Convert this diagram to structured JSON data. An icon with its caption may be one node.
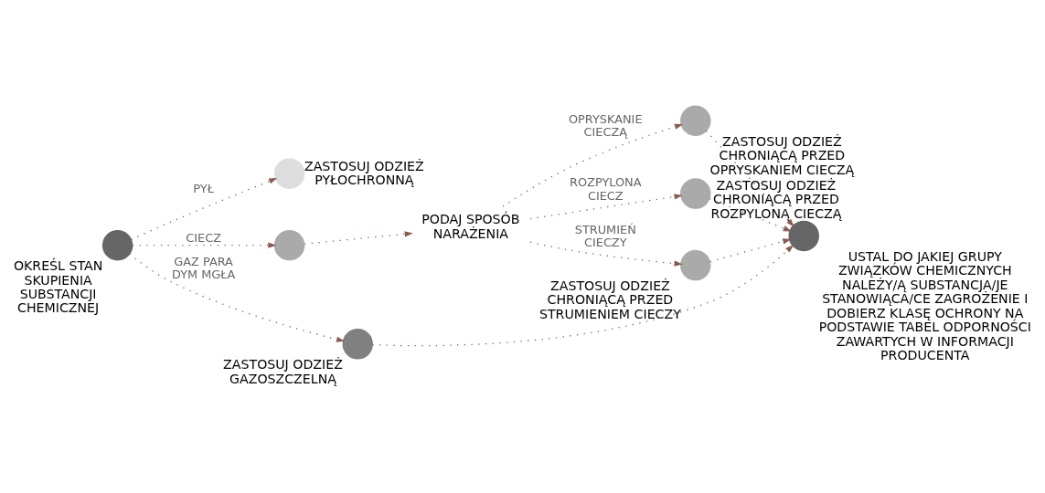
{
  "diagram": {
    "nodes": [
      {
        "text": [],
        "shape": "circle",
        "beside": [
          "OKREŚL STAN SKUPIENIA SUBSTANCJI CHEMICZNEJ"
        ]
      },
      {
        "text": [],
        "shape": "circle",
        "beside": [
          "ZASTOSUJ ODZIEŻ PYŁOCHRONNĄ"
        ]
      },
      {
        "text": [],
        "shape": "circle"
      },
      {
        "text": [
          "PODAJ SPOSÓB NARAŻENIA"
        ]
      },
      {
        "text": [],
        "shape": "circle",
        "beside": [
          "ZASTOSUJ ODZIEŻ CHRONIĄCĄ PRZED OPRYSKANIEM CIECZĄ"
        ]
      },
      {
        "text": [],
        "shape": "circle",
        "beside": [
          "ZASTOSUJ ODZIEŻ CHRONIĄCĄ PRZED ROZPYLONĄ CIECZĄ"
        ]
      },
      {
        "text": [],
        "shape": "circle",
        "beside": [
          "ZASTOSUJ ODZIEŻ CHRONIĄCĄ PRZED STRUMIENIEM CIECZY"
        ]
      },
      {
        "text": [],
        "shape": "circle",
        "beside": [
          "ZASTOSUJ ODZIEŻ GAZOSZCZELNĄ"
        ]
      },
      {
        "text": [],
        "shape": "circle",
        "beside": [
          "USTAL DO JAKIEJ GRUPY ZWIĄZKÓW CHEMICZNYCH NALEŻY/Ą SUBSTANCJA/JE STANOWIĄCA/CE ZAGROŻENIE I DOBIERZ KLASĘ OCHRONY NA PODSTAWIE TABEL ODPORNOŚCI ZAWARTYCH W INFORMACJI PRODUCENTA"
        ]
      }
    ],
    "edges": [
      {
        "from": 0,
        "to": 1,
        "arrow": "to",
        "label": "PYŁ"
      },
      {
        "from": 0,
        "to": 2,
        "arrow": "to",
        "label": "CIECZ"
      },
      {
        "from": 0,
        "to": 7,
        "arrow": "to",
        "label": "GAZ PARA DYM MGŁA"
      },
      {
        "from": 2,
        "to": 3,
        "arrow": "to"
      },
      {
        "from": 3,
        "to": 4,
        "arrow": "to",
        "label": "OPRYSKANIE CIECZĄ"
      },
      {
        "from": 3,
        "to": 5,
        "arrow": "to",
        "label": "ROZPYLONA CIECZ"
      },
      {
        "from": 3,
        "to": 6,
        "arrow": "to",
        "label": "STRUMIEŃ CIECZY"
      },
      {
        "from": 4,
        "to": 8,
        "arrow": "to"
      },
      {
        "from": 5,
        "to": 8,
        "arrow": "to"
      },
      {
        "from": 6,
        "to": 8,
        "arrow": "to"
      },
      {
        "from": 7,
        "to": 8,
        "arrow": "to"
      }
    ]
  }
}
